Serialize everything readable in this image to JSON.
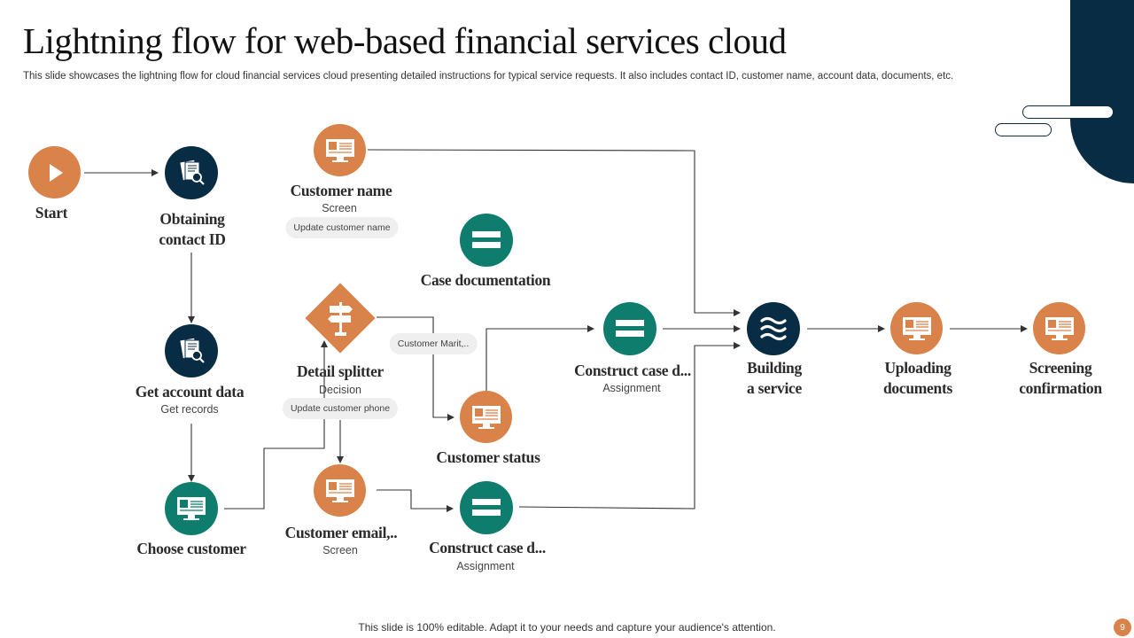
{
  "header": {
    "title": "Lightning flow for web-based financial services cloud",
    "subtitle": "This slide showcases the lightning flow for cloud financial services cloud presenting detailed instructions for typical service requests. It also includes contact ID, customer name, account data, documents, etc."
  },
  "nodes": {
    "start": {
      "label": "Start",
      "icon": "play-icon",
      "color": "#d9834a"
    },
    "obtaining": {
      "label_line1": "Obtaining",
      "label_line2": "contact ID",
      "icon": "document-search-icon",
      "color": "#082c44"
    },
    "get_account": {
      "label": "Get account data",
      "sub": "Get records",
      "icon": "document-search-icon",
      "color": "#082c44"
    },
    "choose_customer": {
      "label": "Choose customer",
      "icon": "screen-icon",
      "color": "#0f7d6e"
    },
    "customer_name": {
      "label": "Customer name",
      "sub": "Screen",
      "chip": "Update  customer name",
      "icon": "screen-icon",
      "color": "#d9834a"
    },
    "case_doc": {
      "label": "Case documentation",
      "icon": "equals-icon",
      "color": "#0f7d6e"
    },
    "detail_splitter": {
      "label": "Detail splitter",
      "sub": "Decision",
      "chip": "Update  customer phone",
      "icon": "signpost-icon",
      "color": "#d9834a"
    },
    "customer_marit_chip": "Customer Marit,..",
    "customer_status": {
      "label": "Customer status",
      "icon": "screen-icon",
      "color": "#d9834a"
    },
    "customer_email": {
      "label": "Customer email,..",
      "sub": "Screen",
      "icon": "screen-icon",
      "color": "#d9834a"
    },
    "construct_top": {
      "label": "Construct case d...",
      "sub": "Assignment",
      "icon": "equals-icon",
      "color": "#0f7d6e"
    },
    "construct_bottom": {
      "label": "Construct case d...",
      "sub": "Assignment",
      "icon": "equals-icon",
      "color": "#0f7d6e"
    },
    "building": {
      "label_line1": "Building",
      "label_line2": "a service",
      "icon": "waves-icon",
      "color": "#082c44"
    },
    "uploading": {
      "label_line1": "Uploading",
      "label_line2": "documents",
      "icon": "screen-icon",
      "color": "#d9834a"
    },
    "screening": {
      "label_line1": "Screening",
      "label_line2": "confirmation",
      "icon": "screen-icon",
      "color": "#d9834a"
    }
  },
  "footer": {
    "text": "This slide is 100% editable. Adapt it to your needs and capture your audience's attention.",
    "page": "9"
  }
}
